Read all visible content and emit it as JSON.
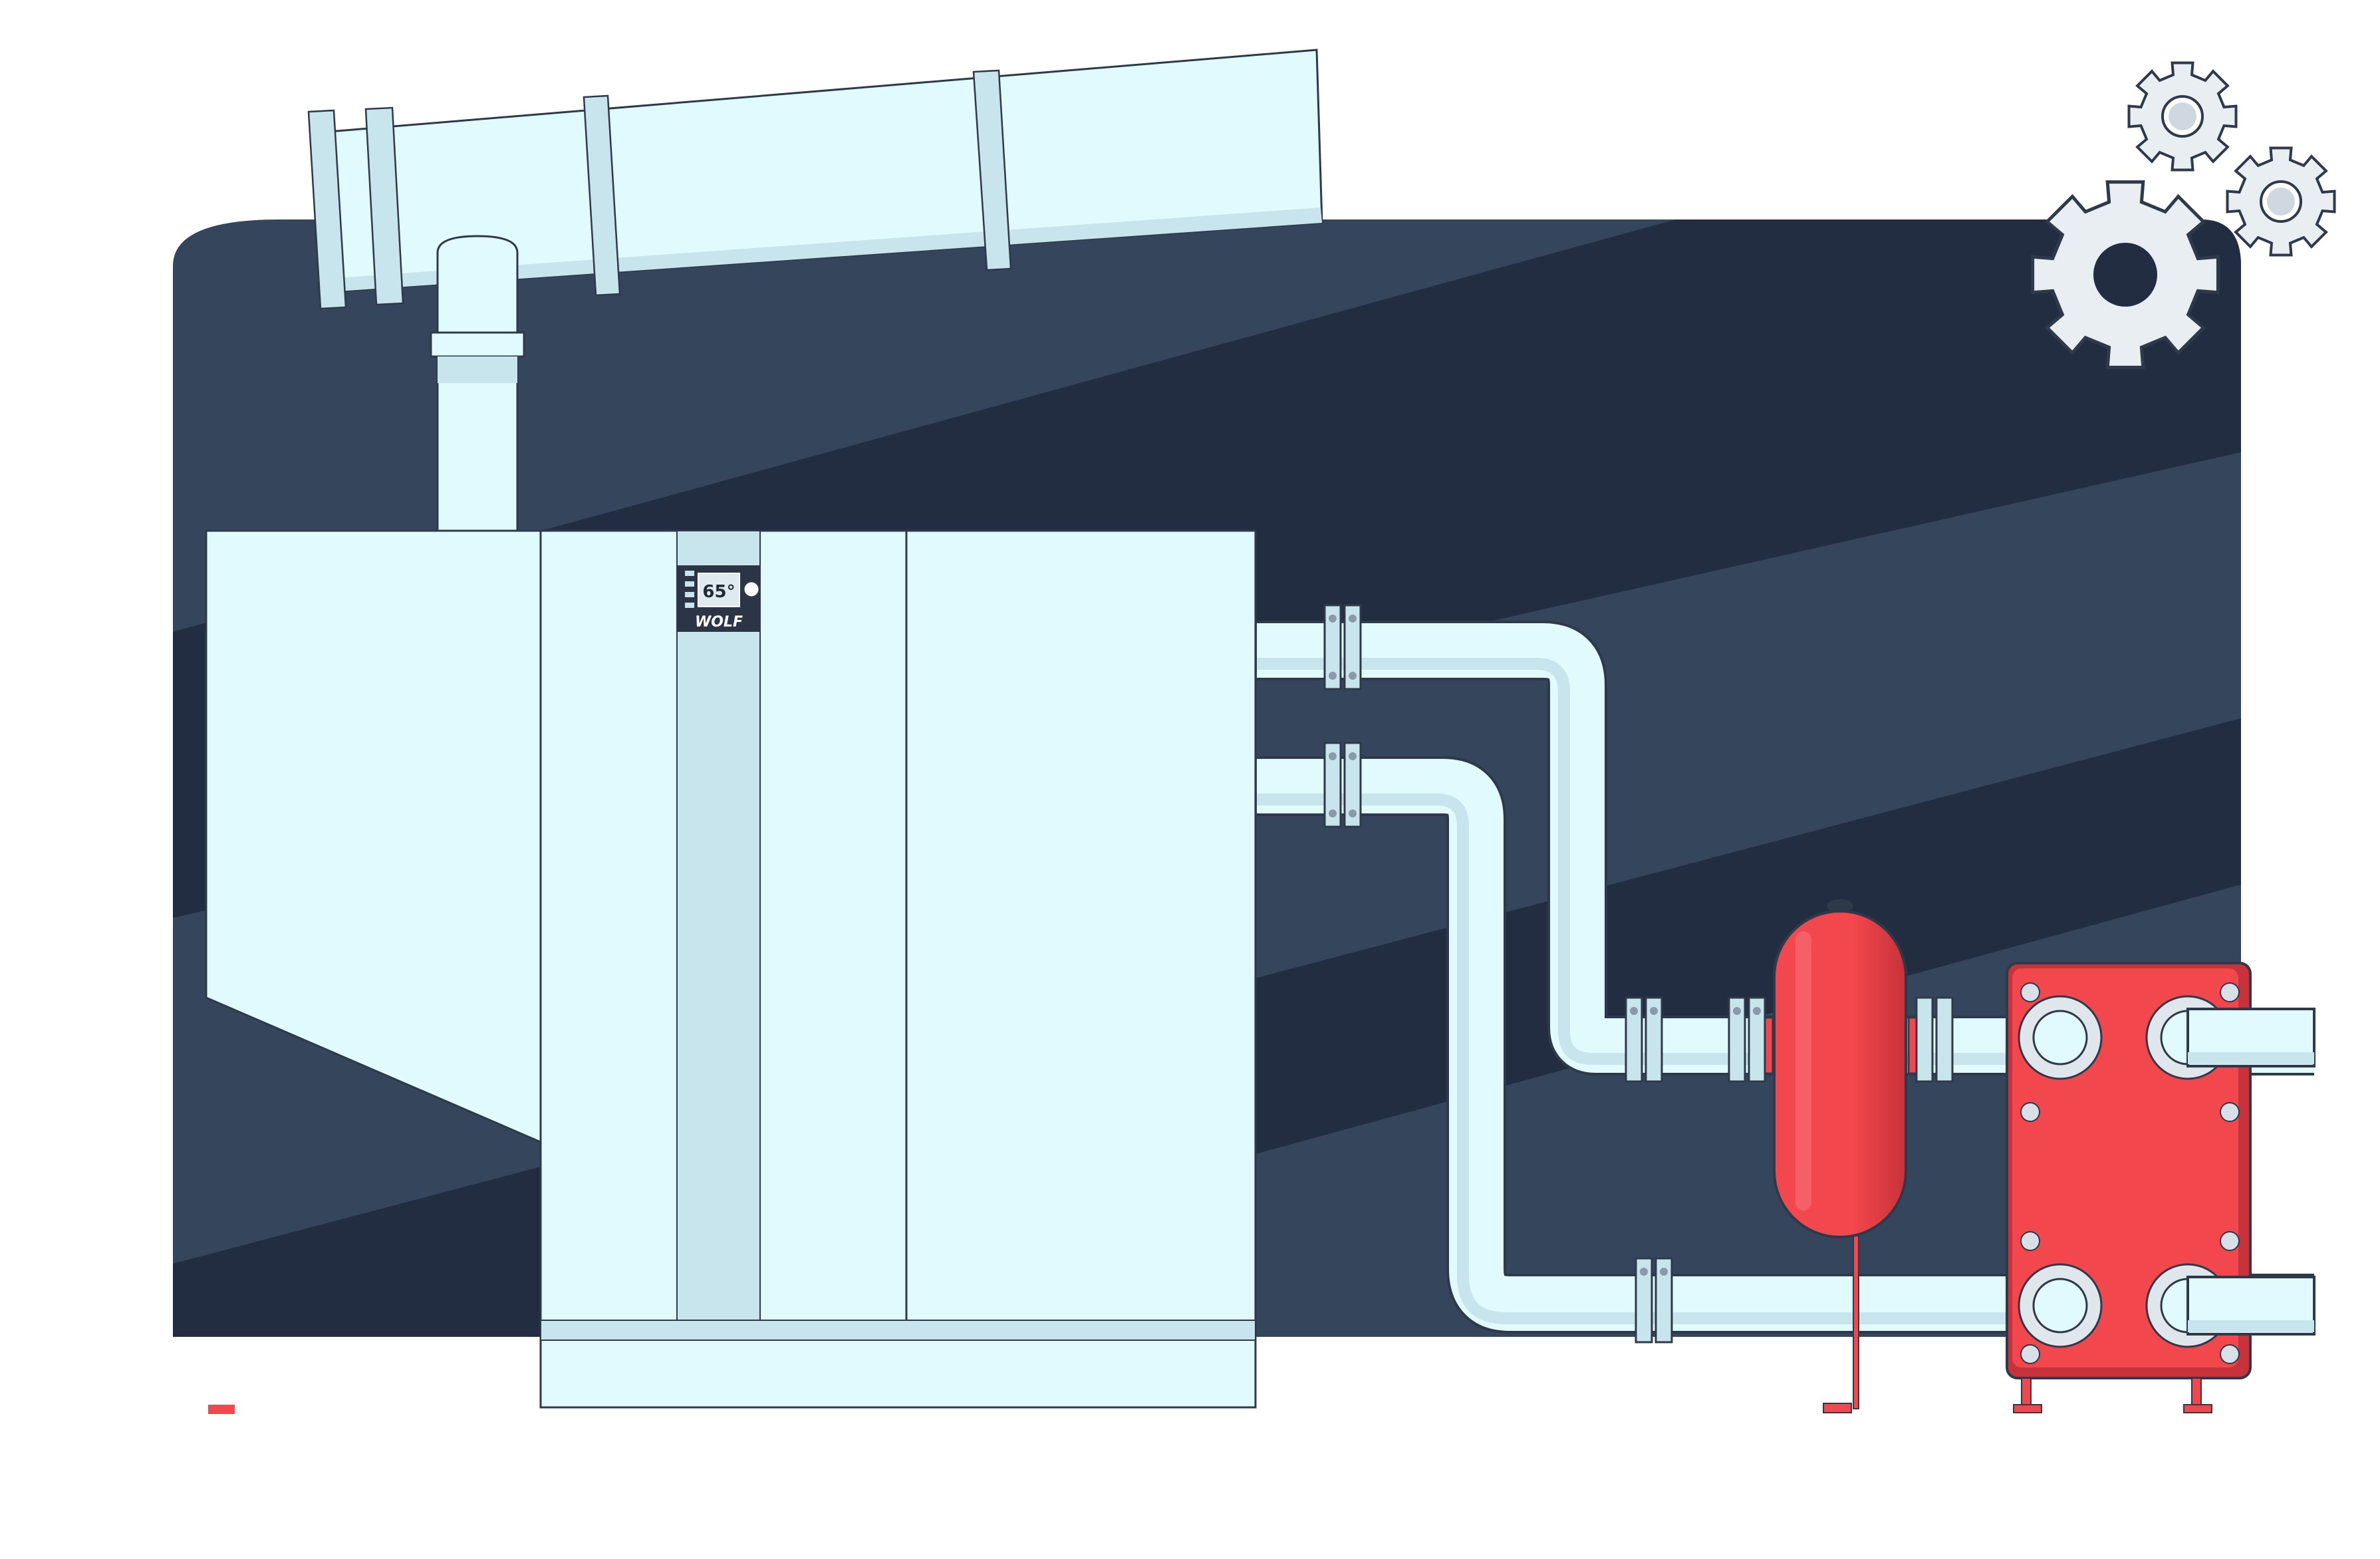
{
  "boiler": {
    "display_temperature": "65°",
    "brand_logo_text": "WOLF"
  },
  "colors": {
    "background_panel": "#34455c",
    "background_stripe": "#222d41",
    "boiler_body": "#e1fafd",
    "boiler_accent": "#c8e4ec",
    "outline": "#2e3a4a",
    "vessel_red": "#f2474d",
    "vessel_red_dark": "#c8323a",
    "gear_fill": "#e9eef3",
    "control_panel": "#2b3545"
  },
  "icons": [
    "gear-icon",
    "gear-icon",
    "gear-icon"
  ],
  "components": [
    "boiler",
    "flue-pipe",
    "supply-pipe",
    "return-pipe",
    "expansion-vessel",
    "plate-heat-exchanger"
  ]
}
